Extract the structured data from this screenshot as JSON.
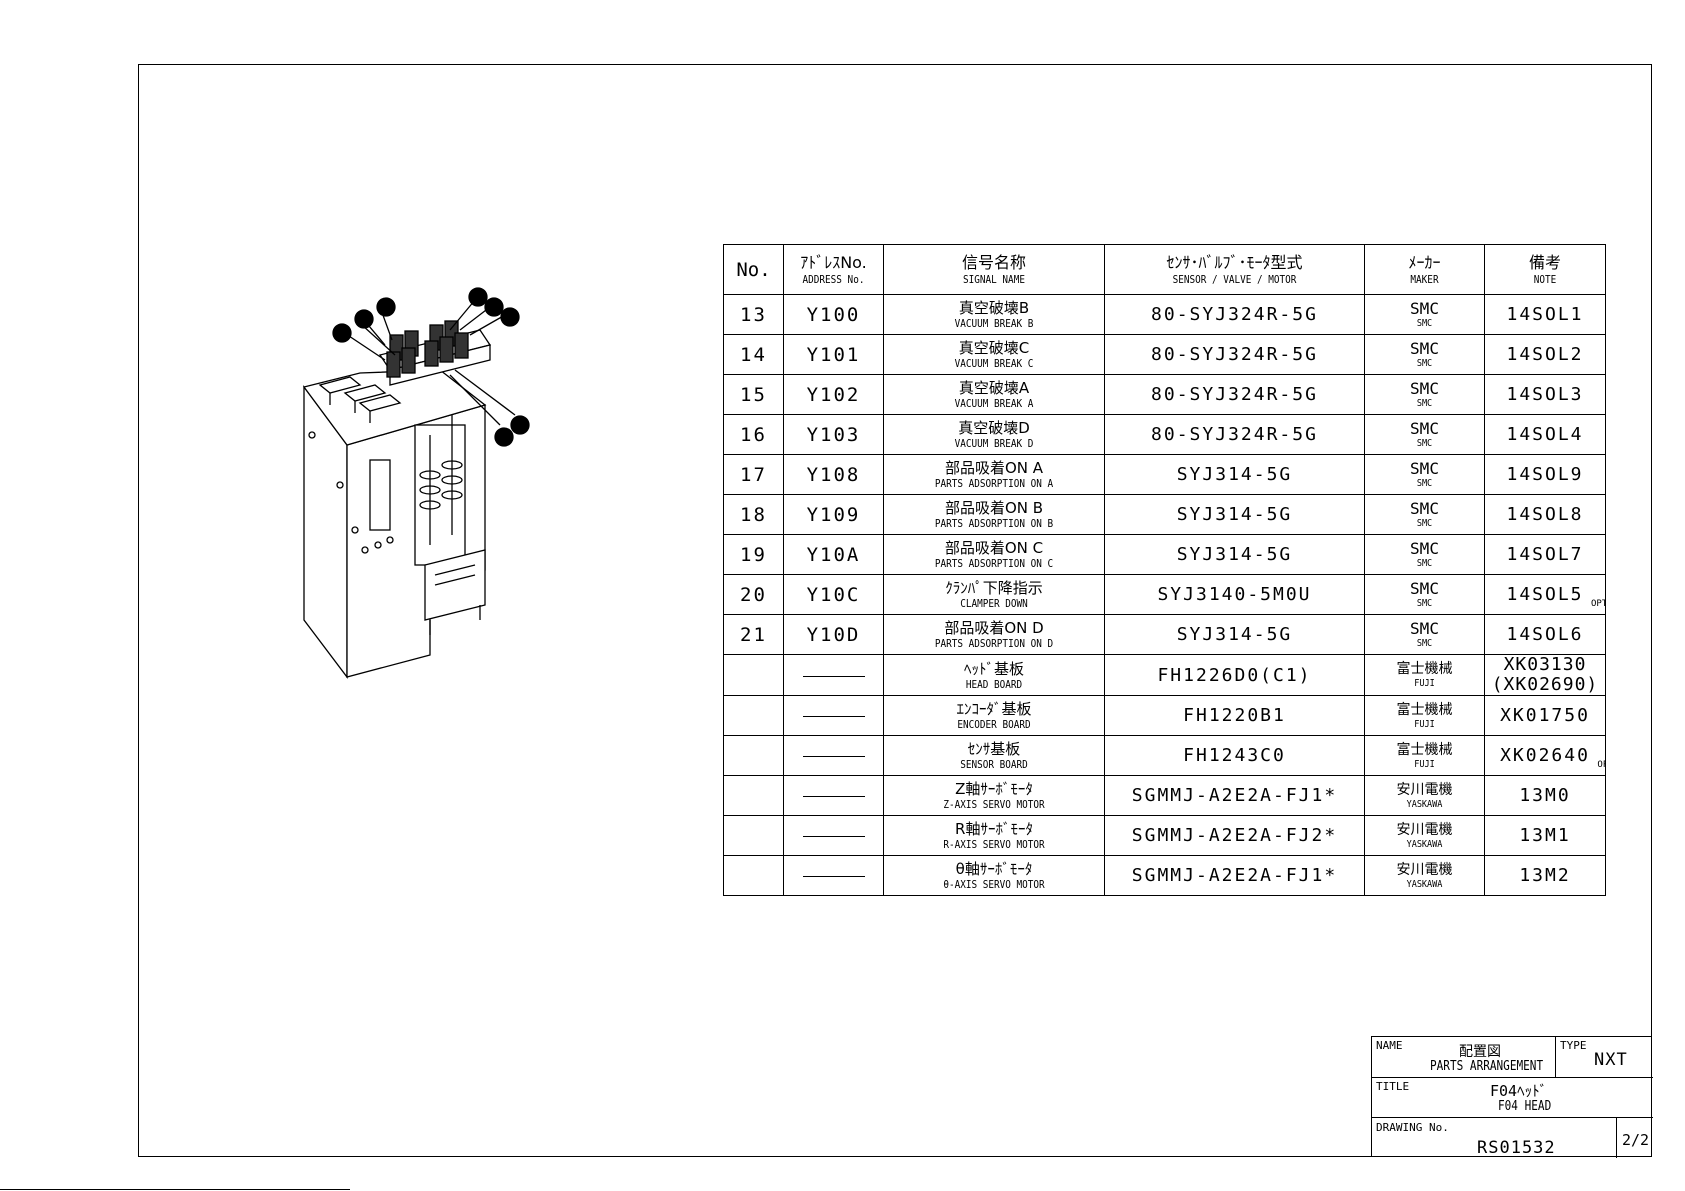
{
  "table": {
    "headers": {
      "no": "No.",
      "address_jp": "ｱﾄﾞﾚｽNo.",
      "address_en": "ADDRESS No.",
      "signal_jp": "信号名称",
      "signal_en": "SIGNAL NAME",
      "model_jp": "ｾﾝｻ･ﾊﾞﾙﾌﾞ･ﾓｰﾀ型式",
      "model_en": "SENSOR / VALVE / MOTOR",
      "maker_jp": "ﾒｰｶｰ",
      "maker_en": "MAKER",
      "note_jp": "備考",
      "note_en": "NOTE"
    },
    "rows": [
      {
        "no": "13",
        "address": "Y100",
        "signal_jp": "真空破壊B",
        "signal_en": "VACUUM BREAK B",
        "model": "80-SYJ324R-5G",
        "maker_jp": "SMC",
        "maker_en": "SMC",
        "note": "14SOL1"
      },
      {
        "no": "14",
        "address": "Y101",
        "signal_jp": "真空破壊C",
        "signal_en": "VACUUM BREAK C",
        "model": "80-SYJ324R-5G",
        "maker_jp": "SMC",
        "maker_en": "SMC",
        "note": "14SOL2"
      },
      {
        "no": "15",
        "address": "Y102",
        "signal_jp": "真空破壊A",
        "signal_en": "VACUUM BREAK A",
        "model": "80-SYJ324R-5G",
        "maker_jp": "SMC",
        "maker_en": "SMC",
        "note": "14SOL3"
      },
      {
        "no": "16",
        "address": "Y103",
        "signal_jp": "真空破壊D",
        "signal_en": "VACUUM BREAK D",
        "model": "80-SYJ324R-5G",
        "maker_jp": "SMC",
        "maker_en": "SMC",
        "note": "14SOL4"
      },
      {
        "no": "17",
        "address": "Y108",
        "signal_jp": "部品吸着ON A",
        "signal_en": "PARTS ADSORPTION ON A",
        "model": "SYJ314-5G",
        "maker_jp": "SMC",
        "maker_en": "SMC",
        "note": "14SOL9"
      },
      {
        "no": "18",
        "address": "Y109",
        "signal_jp": "部品吸着ON B",
        "signal_en": "PARTS ADSORPTION ON B",
        "model": "SYJ314-5G",
        "maker_jp": "SMC",
        "maker_en": "SMC",
        "note": "14SOL8"
      },
      {
        "no": "19",
        "address": "Y10A",
        "signal_jp": "部品吸着ON C",
        "signal_en": "PARTS ADSORPTION ON C",
        "model": "SYJ314-5G",
        "maker_jp": "SMC",
        "maker_en": "SMC",
        "note": "14SOL7"
      },
      {
        "no": "20",
        "address": "Y10C",
        "signal_jp": "ｸﾗﾝﾊﾟ下降指示",
        "signal_en": "CLAMPER DOWN",
        "model": "SYJ3140-5M0U",
        "maker_jp": "SMC",
        "maker_en": "SMC",
        "note": "14SOL5",
        "option": "OPTION"
      },
      {
        "no": "21",
        "address": "Y10D",
        "signal_jp": "部品吸着ON D",
        "signal_en": "PARTS ADSORPTION ON D",
        "model": "SYJ314-5G",
        "maker_jp": "SMC",
        "maker_en": "SMC",
        "note": "14SOL6"
      },
      {
        "no": "",
        "address": "",
        "signal_jp": "ﾍｯﾄﾞ基板",
        "signal_en": "HEAD BOARD",
        "model": "FH1226D0(C1)",
        "maker_jp": "富士機械",
        "maker_en": "FUJI",
        "note": "XK03130",
        "note2": "(XK02690)"
      },
      {
        "no": "",
        "address": "",
        "signal_jp": "ｴﾝｺｰﾀﾞ基板",
        "signal_en": "ENCODER BOARD",
        "model": "FH1220B1",
        "maker_jp": "富士機械",
        "maker_en": "FUJI",
        "note": "XK01750"
      },
      {
        "no": "",
        "address": "",
        "signal_jp": "ｾﾝｻ基板",
        "signal_en": "SENSOR BOARD",
        "model": "FH1243C0",
        "maker_jp": "富士機械",
        "maker_en": "FUJI",
        "note": "XK02640",
        "option": "OPTION"
      },
      {
        "no": "",
        "address": "",
        "signal_jp": "Z軸ｻｰﾎﾞﾓｰﾀ",
        "signal_en": "Z-AXIS SERVO MOTOR",
        "model": "SGMMJ-A2E2A-FJ1*",
        "maker_jp": "安川電機",
        "maker_en": "YASKAWA",
        "note": "13M0"
      },
      {
        "no": "",
        "address": "",
        "signal_jp": "R軸ｻｰﾎﾞﾓｰﾀ",
        "signal_en": "R-AXIS SERVO MOTOR",
        "model": "SGMMJ-A2E2A-FJ2*",
        "maker_jp": "安川電機",
        "maker_en": "YASKAWA",
        "note": "13M1"
      },
      {
        "no": "",
        "address": "",
        "signal_jp": "θ軸ｻｰﾎﾞﾓｰﾀ",
        "signal_en": "θ-AXIS SERVO MOTOR",
        "model": "SGMMJ-A2E2A-FJ1*",
        "maker_jp": "安川電機",
        "maker_en": "YASKAWA",
        "note": "13M2"
      }
    ]
  },
  "title_block": {
    "name_label": "NAME",
    "name_jp": "配置図",
    "name_en": "PARTS ARRANGEMENT",
    "type_label": "TYPE",
    "type_value": "NXT",
    "title_label": "TITLE",
    "title_jp": "F04ﾍｯﾄﾞ",
    "title_en": "F04 HEAD",
    "drawing_label": "DRAWING No.",
    "drawing_no": "RS01532",
    "sheet": "2/2"
  }
}
